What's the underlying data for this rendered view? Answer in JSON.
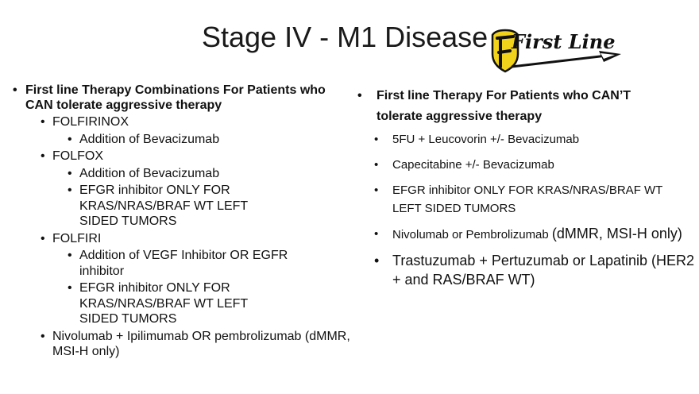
{
  "slide": {
    "title": "Stage IV - M1 Disease",
    "logo": {
      "text": "First Line",
      "shield_color": "#f2d31b",
      "icon": "first-line-shield-arrow-logo"
    }
  },
  "left_column": {
    "heading": "First line Therapy Combinations For Patients who CAN tolerate aggressive therapy",
    "items": [
      {
        "label": "FOLFIRINOX",
        "subitems": [
          "Addition of Bevacizumab"
        ]
      },
      {
        "label": "FOLFOX",
        "subitems": [
          "Addition of Bevacizumab",
          "EFGR inhibitor ONLY FOR KRAS/NRAS/BRAF WT LEFT SIDED TUMORS"
        ]
      },
      {
        "label": "FOLFIRI",
        "subitems": [
          "Addition of VEGF Inhibitor OR EGFR inhibitor",
          "EFGR inhibitor ONLY FOR KRAS/NRAS/BRAF WT LEFT SIDED TUMORS"
        ]
      },
      {
        "label": "Nivolumab + Ipilimumab OR pembrolizumab (dMMR, MSI-H only)",
        "subitems": []
      }
    ]
  },
  "right_column": {
    "heading": "First line Therapy For Patients who CAN’T tolerate aggressive therapy",
    "items": [
      {
        "label": "5FU + Leucovorin +/- Bevacizumab"
      },
      {
        "label": "Capecitabine +/- Bevacizumab"
      },
      {
        "label": "EFGR inhibitor ONLY FOR KRAS/NRAS/BRAF WT LEFT SIDED TUMORS"
      },
      {
        "label_a": "Nivolumab or Pembrolizumab ",
        "label_b": "(dMMR, MSI-H only)"
      },
      {
        "label": "Trastuzumab + Pertuzumab or Lapatinib (HER2 + and RAS/BRAF WT)"
      }
    ]
  }
}
